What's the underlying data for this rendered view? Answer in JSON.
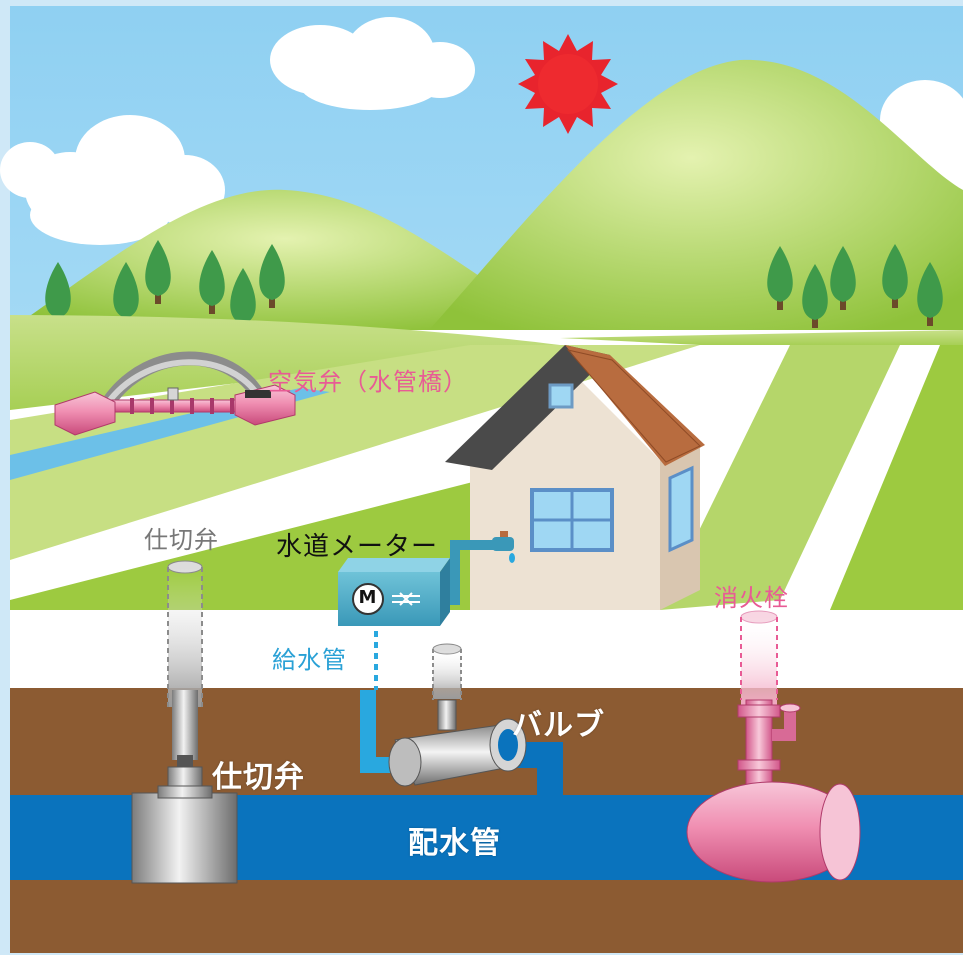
{
  "labels": {
    "air_valve": "空気弁（水管橋）",
    "gate_valve_cover": "仕切弁",
    "water_meter": "水道メーター",
    "meter_symbol": "M",
    "service_pipe": "給水管",
    "valve": "バルブ",
    "gate_valve": "仕切弁",
    "distribution_main": "配水管",
    "fire_hydrant": "消火栓"
  },
  "colors": {
    "sky": "#a9dcf6",
    "frame": "#cfe8f7",
    "hills": "#9ccc3a",
    "grass": "#b9d873",
    "soil": "#8c5b32",
    "main_pipe": "#0a73bd",
    "sun": "#e8242d",
    "pink": "#e85b95",
    "service_pipe": "#29a8df"
  }
}
